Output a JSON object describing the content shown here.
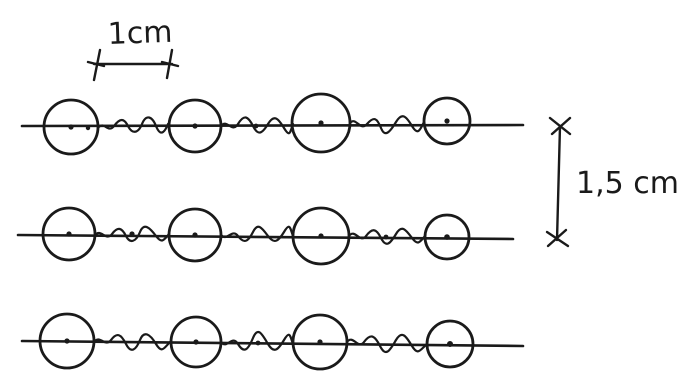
{
  "diagram": {
    "labels": {
      "horizontal_spacing": "1cm",
      "vertical_spacing": "1,5 cm"
    },
    "rows": [
      {
        "circles": 4
      },
      {
        "circles": 4
      },
      {
        "circles": 4
      }
    ]
  }
}
